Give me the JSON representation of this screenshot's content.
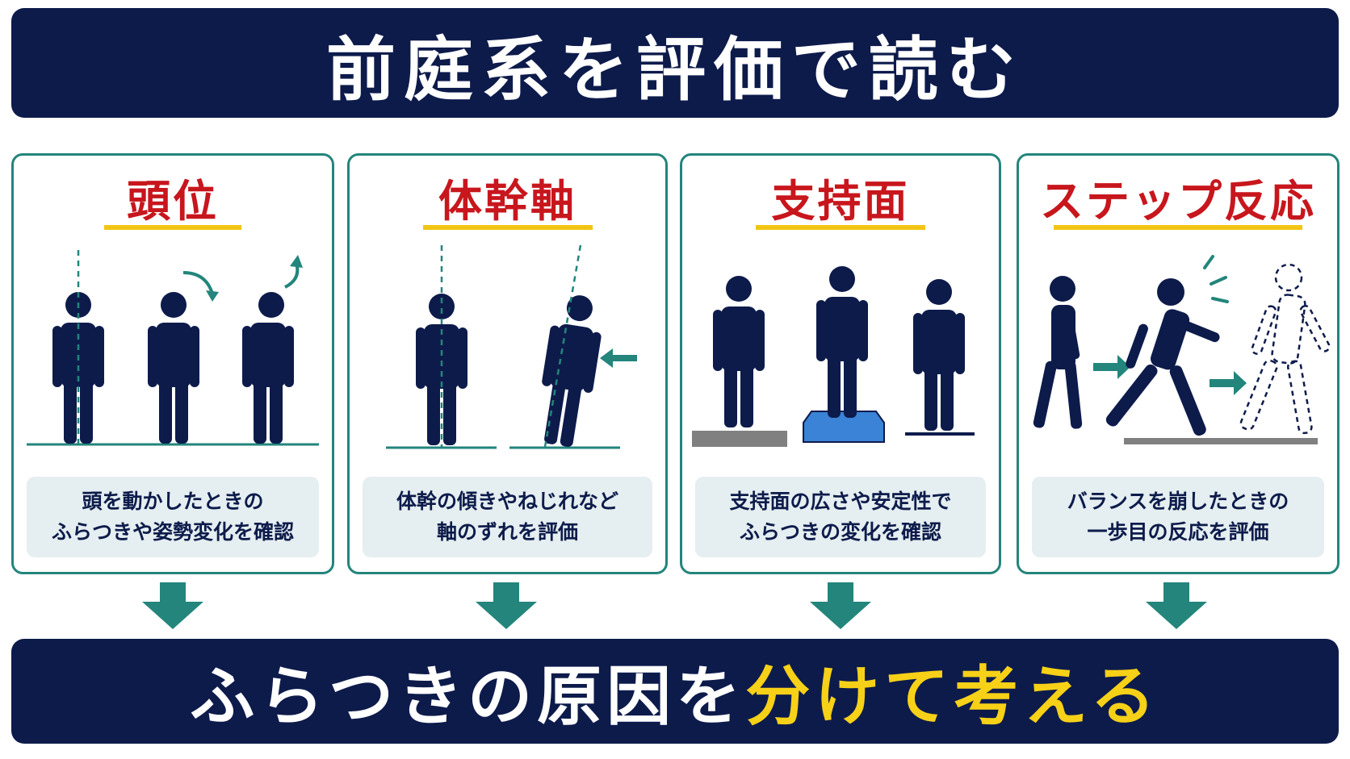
{
  "title": "前庭系を評価で読む",
  "cards": [
    {
      "title": "頭位",
      "desc_line1": "頭を動かしたときの",
      "desc_line2": "ふらつきや姿勢変化を確認"
    },
    {
      "title": "体幹軸",
      "desc_line1": "体幹の傾きやねじれなど",
      "desc_line2": "軸のずれを評価"
    },
    {
      "title": "支持面",
      "desc_line1": "支持面の広さや安定性で",
      "desc_line2": "ふらつきの変化を確認"
    },
    {
      "title": "ステップ反応",
      "desc_line1": "バランスを崩したときの",
      "desc_line2": "一歩目の反応を評価"
    }
  ],
  "bottom": {
    "part1": "ふらつきの原因を",
    "part2": "分けて考える"
  },
  "colors": {
    "navy": "#0d1b4b",
    "teal": "#23857c",
    "red": "#c8161d",
    "yellow": "#f2c515",
    "blue_pad": "#3a83d6",
    "gray_floor": "#808080",
    "desc_bg": "#e5eef0"
  },
  "icons": [
    "person-figure-icon",
    "rotate-arrow-icon",
    "push-arrow-icon",
    "next-arrow-icon",
    "down-arrow-icon",
    "impact-lines-icon"
  ]
}
